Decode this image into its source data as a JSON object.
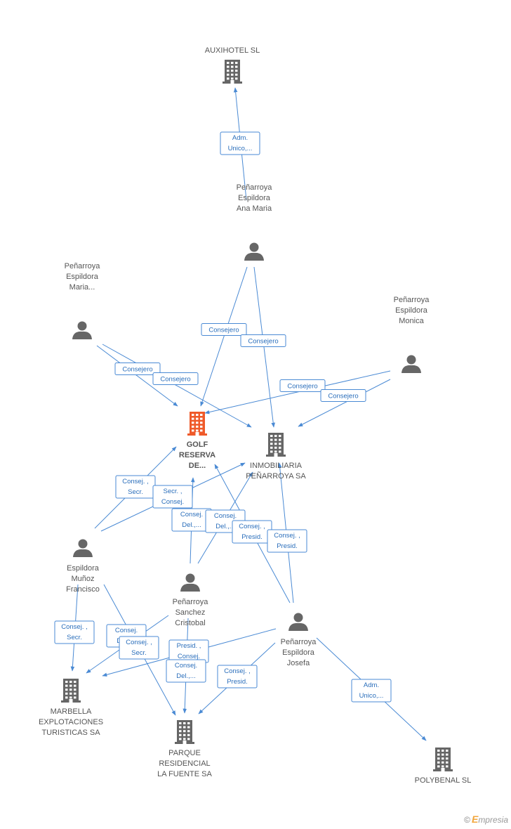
{
  "colors": {
    "edge": "#4a8ad4",
    "node": "#666666",
    "focus": "#ef5a2a",
    "label": "#555555"
  },
  "nodes": [
    {
      "id": "auxihotel",
      "type": "company",
      "lines": [
        "AUXIHOTEL SL"
      ]
    },
    {
      "id": "ana",
      "type": "person",
      "lines": [
        "Peñarroya",
        "Espildora",
        "Ana Maria"
      ]
    },
    {
      "id": "maria",
      "type": "person",
      "lines": [
        "Peñarroya",
        "Espildora",
        "Maria..."
      ]
    },
    {
      "id": "monica",
      "type": "person",
      "lines": [
        "Peñarroya",
        "Espildora",
        "Monica"
      ]
    },
    {
      "id": "golf",
      "type": "company",
      "focus": true,
      "lines": [
        "GOLF",
        "RESERVA",
        "DE..."
      ]
    },
    {
      "id": "inmob",
      "type": "company",
      "lines": [
        "INMOBILIARIA",
        "PEÑARROYA SA"
      ]
    },
    {
      "id": "francisco",
      "type": "person",
      "lines": [
        "Espildora",
        "Muñoz",
        "Francisco"
      ]
    },
    {
      "id": "cristobal",
      "type": "person",
      "lines": [
        "Peñarroya",
        "Sanchez",
        "Cristobal"
      ]
    },
    {
      "id": "josefa",
      "type": "person",
      "lines": [
        "Peñarroya",
        "Espildora",
        "Josefa"
      ]
    },
    {
      "id": "marbella",
      "type": "company",
      "lines": [
        "MARBELLA",
        "EXPLOTACIONES",
        "TURISTICAS SA"
      ]
    },
    {
      "id": "parque",
      "type": "company",
      "lines": [
        "PARQUE",
        "RESIDENCIAL",
        "LA FUENTE SA"
      ]
    },
    {
      "id": "polybenal",
      "type": "company",
      "lines": [
        "POLYBENAL SL"
      ]
    }
  ],
  "edges": [
    {
      "from": "ana",
      "to": "auxihotel",
      "label": [
        "Adm.",
        "Unico,..."
      ]
    },
    {
      "from": "ana",
      "to": "golf",
      "label": [
        "Consejero"
      ]
    },
    {
      "from": "ana",
      "to": "inmob",
      "label": [
        "Consejero"
      ]
    },
    {
      "from": "maria",
      "to": "golf",
      "label": [
        "Consejero"
      ]
    },
    {
      "from": "maria",
      "to": "inmob",
      "label": [
        "Consejero"
      ]
    },
    {
      "from": "monica",
      "to": "golf",
      "label": [
        "Consejero"
      ]
    },
    {
      "from": "monica",
      "to": "inmob",
      "label": [
        "Consejero"
      ]
    },
    {
      "from": "francisco",
      "to": "golf",
      "label": [
        "Consej. ,",
        "Secr."
      ]
    },
    {
      "from": "francisco",
      "to": "inmob",
      "label": [
        "Secr. ,",
        "Consej."
      ]
    },
    {
      "from": "cristobal",
      "to": "golf",
      "label": [
        "Consej.",
        "Del.,..."
      ]
    },
    {
      "from": "cristobal",
      "to": "inmob",
      "label": [
        "Consej.",
        "Del.,..."
      ]
    },
    {
      "from": "josefa",
      "to": "golf",
      "label": [
        "Consej. ,",
        "Presid."
      ]
    },
    {
      "from": "josefa",
      "to": "inmob",
      "label": [
        "Consej. ,",
        "Presid."
      ]
    },
    {
      "from": "francisco",
      "to": "marbella",
      "label": [
        "Consej. ,",
        "Secr."
      ]
    },
    {
      "from": "cristobal",
      "to": "marbella",
      "label": [
        "Consej.",
        "Del.,..."
      ]
    },
    {
      "from": "francisco",
      "to": "parque",
      "label": [
        "Consej. ,",
        "Secr."
      ]
    },
    {
      "from": "josefa",
      "to": "marbella",
      "label": [
        "Presid. ,",
        "Consej."
      ]
    },
    {
      "from": "cristobal",
      "to": "parque",
      "label": [
        "Consej.",
        "Del.,..."
      ]
    },
    {
      "from": "josefa",
      "to": "parque",
      "label": [
        "Consej. ,",
        "Presid."
      ]
    },
    {
      "from": "josefa",
      "to": "polybenal",
      "label": [
        "Adm.",
        "Unico,..."
      ]
    }
  ],
  "brand": {
    "copyright": "©",
    "name": "mpresia",
    "initial": "E"
  }
}
